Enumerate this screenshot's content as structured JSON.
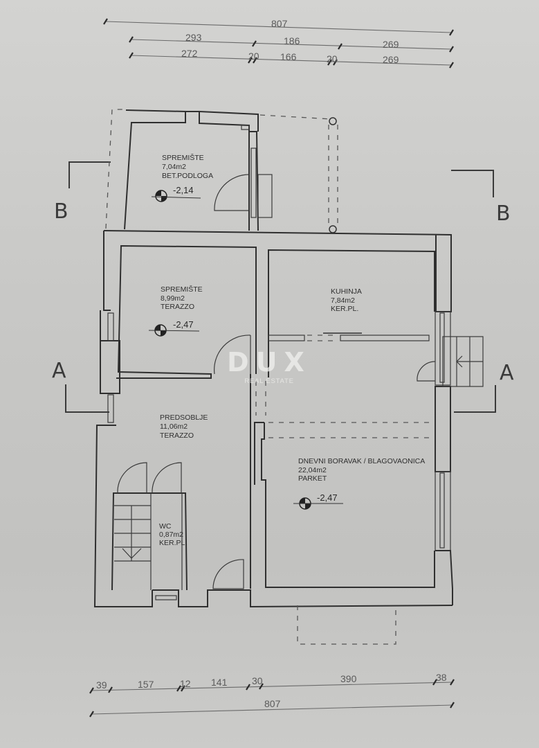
{
  "dimensions": {
    "top": {
      "overall": "807",
      "row1": [
        "293",
        "186",
        "269"
      ],
      "row2": [
        "272",
        "20",
        "166",
        "20",
        "269"
      ]
    },
    "bottom": {
      "row1": [
        "39",
        "157",
        "12",
        "141",
        "30",
        "390",
        "38"
      ],
      "overall": "807"
    }
  },
  "sections": {
    "b_left": "B",
    "b_right": "B",
    "a_left": "A",
    "a_right": "A"
  },
  "rooms": [
    {
      "name": "SPREMIŠTE",
      "area": "7,04m2",
      "floor": "BET.PODLOGA",
      "elevation": "-2,14"
    },
    {
      "name": "SPREMIŠTE",
      "area": "8,99m2",
      "floor": "TERAZZO",
      "elevation": "-2,47"
    },
    {
      "name": "KUHINJA",
      "area": "7,84m2",
      "floor": "KER.PL."
    },
    {
      "name": "PREDSOBLJE",
      "area": "11,06m2",
      "floor": "TERAZZO"
    },
    {
      "name": "WC",
      "area": "0,87m2",
      "floor": "KER.PL."
    },
    {
      "name": "DNEVNI BORAVAK / BLAGOVAONICA",
      "area": "22,04m2",
      "floor": "PARKET",
      "elevation": "-2,47"
    }
  ],
  "watermark": {
    "logo": "DUX",
    "subtitle": "REAL ESTATE"
  },
  "colors": {
    "paper": "#c9c9c7",
    "line": "#2f2f2f",
    "watermark": "#f0f0ee"
  }
}
